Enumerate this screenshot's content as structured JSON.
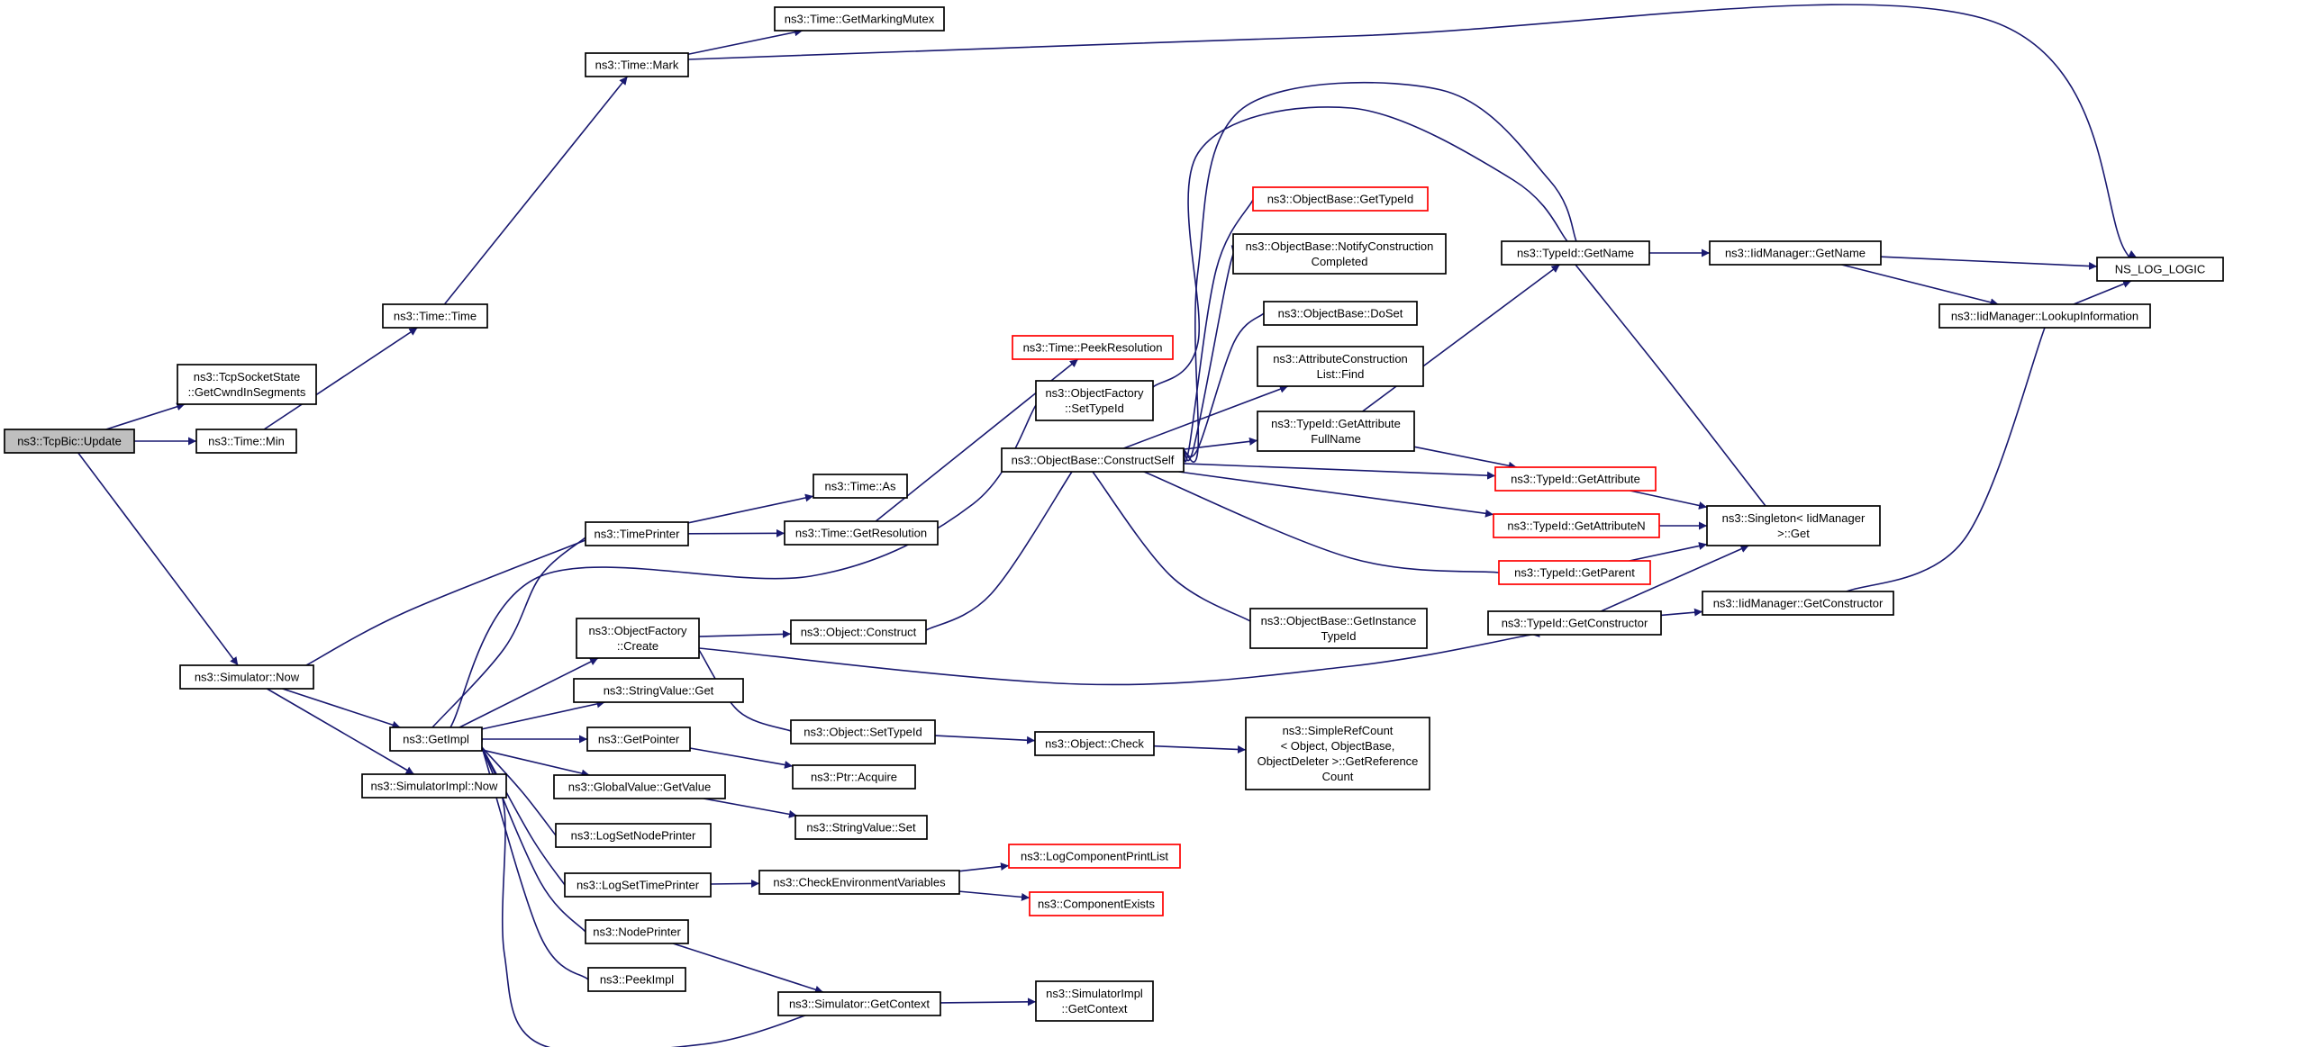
{
  "colors": {
    "edge": "#191970",
    "node_border": "#000000",
    "node_border_incomplete": "#ff0000",
    "root_fill": "#bfbfbf",
    "background": "#ffffff"
  },
  "nodes": [
    {
      "id": "tcpbic_update",
      "lines": [
        "ns3::TcpBic::Update"
      ],
      "style": "root"
    },
    {
      "id": "get_cwnd",
      "lines": [
        "ns3::TcpSocketState",
        "::GetCwndInSegments"
      ],
      "style": "normal"
    },
    {
      "id": "time_min",
      "lines": [
        "ns3::Time::Min"
      ],
      "style": "normal"
    },
    {
      "id": "time_time",
      "lines": [
        "ns3::Time::Time"
      ],
      "style": "normal"
    },
    {
      "id": "time_mark",
      "lines": [
        "ns3::Time::Mark"
      ],
      "style": "normal"
    },
    {
      "id": "get_marking_mutex",
      "lines": [
        "ns3::Time::GetMarkingMutex"
      ],
      "style": "normal"
    },
    {
      "id": "ns_log_logic",
      "lines": [
        "NS_LOG_LOGIC"
      ],
      "style": "normal"
    },
    {
      "id": "simulator_now",
      "lines": [
        "ns3::Simulator::Now"
      ],
      "style": "normal"
    },
    {
      "id": "get_impl",
      "lines": [
        "ns3::GetImpl"
      ],
      "style": "normal"
    },
    {
      "id": "simulatorimpl_now",
      "lines": [
        "ns3::SimulatorImpl::Now"
      ],
      "style": "normal"
    },
    {
      "id": "time_printer",
      "lines": [
        "ns3::TimePrinter"
      ],
      "style": "normal"
    },
    {
      "id": "time_as",
      "lines": [
        "ns3::Time::As"
      ],
      "style": "normal"
    },
    {
      "id": "time_get_resolution",
      "lines": [
        "ns3::Time::GetResolution"
      ],
      "style": "normal"
    },
    {
      "id": "time_peek_resolution",
      "lines": [
        "ns3::Time::PeekResolution"
      ],
      "style": "red"
    },
    {
      "id": "objectfactory_settypeid",
      "lines": [
        "ns3::ObjectFactory",
        "::SetTypeId"
      ],
      "style": "normal"
    },
    {
      "id": "objectfactory_create",
      "lines": [
        "ns3::ObjectFactory",
        "::Create"
      ],
      "style": "normal"
    },
    {
      "id": "object_construct",
      "lines": [
        "ns3::Object::Construct"
      ],
      "style": "normal"
    },
    {
      "id": "object_settypeid",
      "lines": [
        "ns3::Object::SetTypeId"
      ],
      "style": "normal"
    },
    {
      "id": "object_check",
      "lines": [
        "ns3::Object::Check"
      ],
      "style": "normal"
    },
    {
      "id": "simplerefcount",
      "lines": [
        "ns3::SimpleRefCount",
        "< Object, ObjectBase,",
        "ObjectDeleter >::GetReference",
        "Count"
      ],
      "style": "normal"
    },
    {
      "id": "stringvalue_get",
      "lines": [
        "ns3::StringValue::Get"
      ],
      "style": "normal"
    },
    {
      "id": "get_pointer",
      "lines": [
        "ns3::GetPointer"
      ],
      "style": "normal"
    },
    {
      "id": "ptr_acquire",
      "lines": [
        "ns3::Ptr::Acquire"
      ],
      "style": "normal"
    },
    {
      "id": "globalvalue_getvalue",
      "lines": [
        "ns3::GlobalValue::GetValue"
      ],
      "style": "normal"
    },
    {
      "id": "stringvalue_set",
      "lines": [
        "ns3::StringValue::Set"
      ],
      "style": "normal"
    },
    {
      "id": "log_set_node_printer",
      "lines": [
        "ns3::LogSetNodePrinter"
      ],
      "style": "normal"
    },
    {
      "id": "log_set_time_printer",
      "lines": [
        "ns3::LogSetTimePrinter"
      ],
      "style": "normal"
    },
    {
      "id": "check_env_vars",
      "lines": [
        "ns3::CheckEnvironmentVariables"
      ],
      "style": "normal"
    },
    {
      "id": "log_component_print_list",
      "lines": [
        "ns3::LogComponentPrintList"
      ],
      "style": "red"
    },
    {
      "id": "component_exists",
      "lines": [
        "ns3::ComponentExists"
      ],
      "style": "red"
    },
    {
      "id": "node_printer",
      "lines": [
        "ns3::NodePrinter"
      ],
      "style": "normal"
    },
    {
      "id": "peek_impl",
      "lines": [
        "ns3::PeekImpl"
      ],
      "style": "normal"
    },
    {
      "id": "simulator_get_context",
      "lines": [
        "ns3::Simulator::GetContext"
      ],
      "style": "normal"
    },
    {
      "id": "simulatorimpl_get_context",
      "lines": [
        "ns3::SimulatorImpl",
        "::GetContext"
      ],
      "style": "normal"
    },
    {
      "id": "objectbase_constructself",
      "lines": [
        "ns3::ObjectBase::ConstructSelf"
      ],
      "style": "normal"
    },
    {
      "id": "objectbase_gettypeid",
      "lines": [
        "ns3::ObjectBase::GetTypeId"
      ],
      "style": "red"
    },
    {
      "id": "objectbase_notify",
      "lines": [
        "ns3::ObjectBase::NotifyConstruction",
        "Completed"
      ],
      "style": "normal"
    },
    {
      "id": "objectbase_doset",
      "lines": [
        "ns3::ObjectBase::DoSet"
      ],
      "style": "normal"
    },
    {
      "id": "attr_construction_find",
      "lines": [
        "ns3::AttributeConstruction",
        "List::Find"
      ],
      "style": "normal"
    },
    {
      "id": "typeid_get_attr_fullname",
      "lines": [
        "ns3::TypeId::GetAttribute",
        "FullName"
      ],
      "style": "normal"
    },
    {
      "id": "objectbase_getinstancetypeid",
      "lines": [
        "ns3::ObjectBase::GetInstance",
        "TypeId"
      ],
      "style": "normal"
    },
    {
      "id": "typeid_getname",
      "lines": [
        "ns3::TypeId::GetName"
      ],
      "style": "normal"
    },
    {
      "id": "typeid_getattribute",
      "lines": [
        "ns3::TypeId::GetAttribute"
      ],
      "style": "red"
    },
    {
      "id": "typeid_getattributen",
      "lines": [
        "ns3::TypeId::GetAttributeN"
      ],
      "style": "red"
    },
    {
      "id": "typeid_getparent",
      "lines": [
        "ns3::TypeId::GetParent"
      ],
      "style": "red"
    },
    {
      "id": "typeid_getconstructor",
      "lines": [
        "ns3::TypeId::GetConstructor"
      ],
      "style": "normal"
    },
    {
      "id": "iidmanager_getname",
      "lines": [
        "ns3::IidManager::GetName"
      ],
      "style": "normal"
    },
    {
      "id": "iidmanager_lookup",
      "lines": [
        "ns3::IidManager::LookupInformation"
      ],
      "style": "normal"
    },
    {
      "id": "iidmanager_getconstructor",
      "lines": [
        "ns3::IidManager::GetConstructor"
      ],
      "style": "normal"
    },
    {
      "id": "singleton_get",
      "lines": [
        "ns3::Singleton< IidManager",
        " >::Get"
      ],
      "style": "normal"
    }
  ],
  "edges": [
    [
      "tcpbic_update",
      "get_cwnd"
    ],
    [
      "tcpbic_update",
      "time_min"
    ],
    [
      "tcpbic_update",
      "simulator_now"
    ],
    [
      "time_min",
      "time_time"
    ],
    [
      "time_time",
      "time_mark"
    ],
    [
      "time_mark",
      "get_marking_mutex"
    ],
    [
      "time_mark",
      "ns_log_logic"
    ],
    [
      "simulator_now",
      "get_impl"
    ],
    [
      "simulator_now",
      "simulatorimpl_now"
    ],
    [
      "get_impl",
      "time_printer"
    ],
    [
      "get_impl",
      "objectfactory_create"
    ],
    [
      "get_impl",
      "objectfactory_settypeid"
    ],
    [
      "get_impl",
      "stringvalue_get"
    ],
    [
      "get_impl",
      "get_pointer"
    ],
    [
      "get_impl",
      "globalvalue_getvalue"
    ],
    [
      "get_impl",
      "log_set_node_printer"
    ],
    [
      "get_impl",
      "log_set_time_printer"
    ],
    [
      "get_impl",
      "node_printer"
    ],
    [
      "get_impl",
      "peek_impl"
    ],
    [
      "simulator_get_context",
      "get_impl"
    ],
    [
      "time_printer",
      "time_as"
    ],
    [
      "time_printer",
      "time_get_resolution"
    ],
    [
      "time_printer",
      "simulator_now"
    ],
    [
      "time_get_resolution",
      "time_peek_resolution"
    ],
    [
      "objectfactory_create",
      "object_construct"
    ],
    [
      "objectfactory_create",
      "object_settypeid"
    ],
    [
      "objectfactory_create",
      "typeid_getconstructor"
    ],
    [
      "object_construct",
      "objectbase_constructself"
    ],
    [
      "object_settypeid",
      "object_check"
    ],
    [
      "object_check",
      "simplerefcount"
    ],
    [
      "get_pointer",
      "ptr_acquire"
    ],
    [
      "globalvalue_getvalue",
      "stringvalue_set"
    ],
    [
      "log_set_time_printer",
      "check_env_vars"
    ],
    [
      "check_env_vars",
      "log_component_print_list"
    ],
    [
      "check_env_vars",
      "component_exists"
    ],
    [
      "node_printer",
      "simulator_get_context"
    ],
    [
      "simulator_get_context",
      "simulatorimpl_get_context"
    ],
    [
      "objectfactory_settypeid",
      "typeid_getname"
    ],
    [
      "objectbase_constructself",
      "objectbase_gettypeid"
    ],
    [
      "objectbase_constructself",
      "objectbase_notify"
    ],
    [
      "objectbase_constructself",
      "objectbase_doset"
    ],
    [
      "objectbase_constructself",
      "attr_construction_find"
    ],
    [
      "objectbase_constructself",
      "typeid_get_attr_fullname"
    ],
    [
      "objectbase_constructself",
      "objectbase_getinstancetypeid"
    ],
    [
      "objectbase_constructself",
      "typeid_getname"
    ],
    [
      "objectbase_constructself",
      "typeid_getattribute"
    ],
    [
      "objectbase_constructself",
      "typeid_getattributen"
    ],
    [
      "objectbase_constructself",
      "typeid_getparent"
    ],
    [
      "typeid_get_attr_fullname",
      "typeid_getname"
    ],
    [
      "typeid_get_attr_fullname",
      "typeid_getattribute"
    ],
    [
      "typeid_getname",
      "iidmanager_getname"
    ],
    [
      "typeid_getname",
      "singleton_get"
    ],
    [
      "iidmanager_getname",
      "ns_log_logic"
    ],
    [
      "iidmanager_getname",
      "iidmanager_lookup"
    ],
    [
      "iidmanager_lookup",
      "ns_log_logic"
    ],
    [
      "typeid_getattribute",
      "singleton_get"
    ],
    [
      "typeid_getattributen",
      "singleton_get"
    ],
    [
      "typeid_getparent",
      "singleton_get"
    ],
    [
      "typeid_getconstructor",
      "singleton_get"
    ],
    [
      "typeid_getconstructor",
      "iidmanager_getconstructor"
    ],
    [
      "iidmanager_getconstructor",
      "iidmanager_lookup"
    ]
  ]
}
